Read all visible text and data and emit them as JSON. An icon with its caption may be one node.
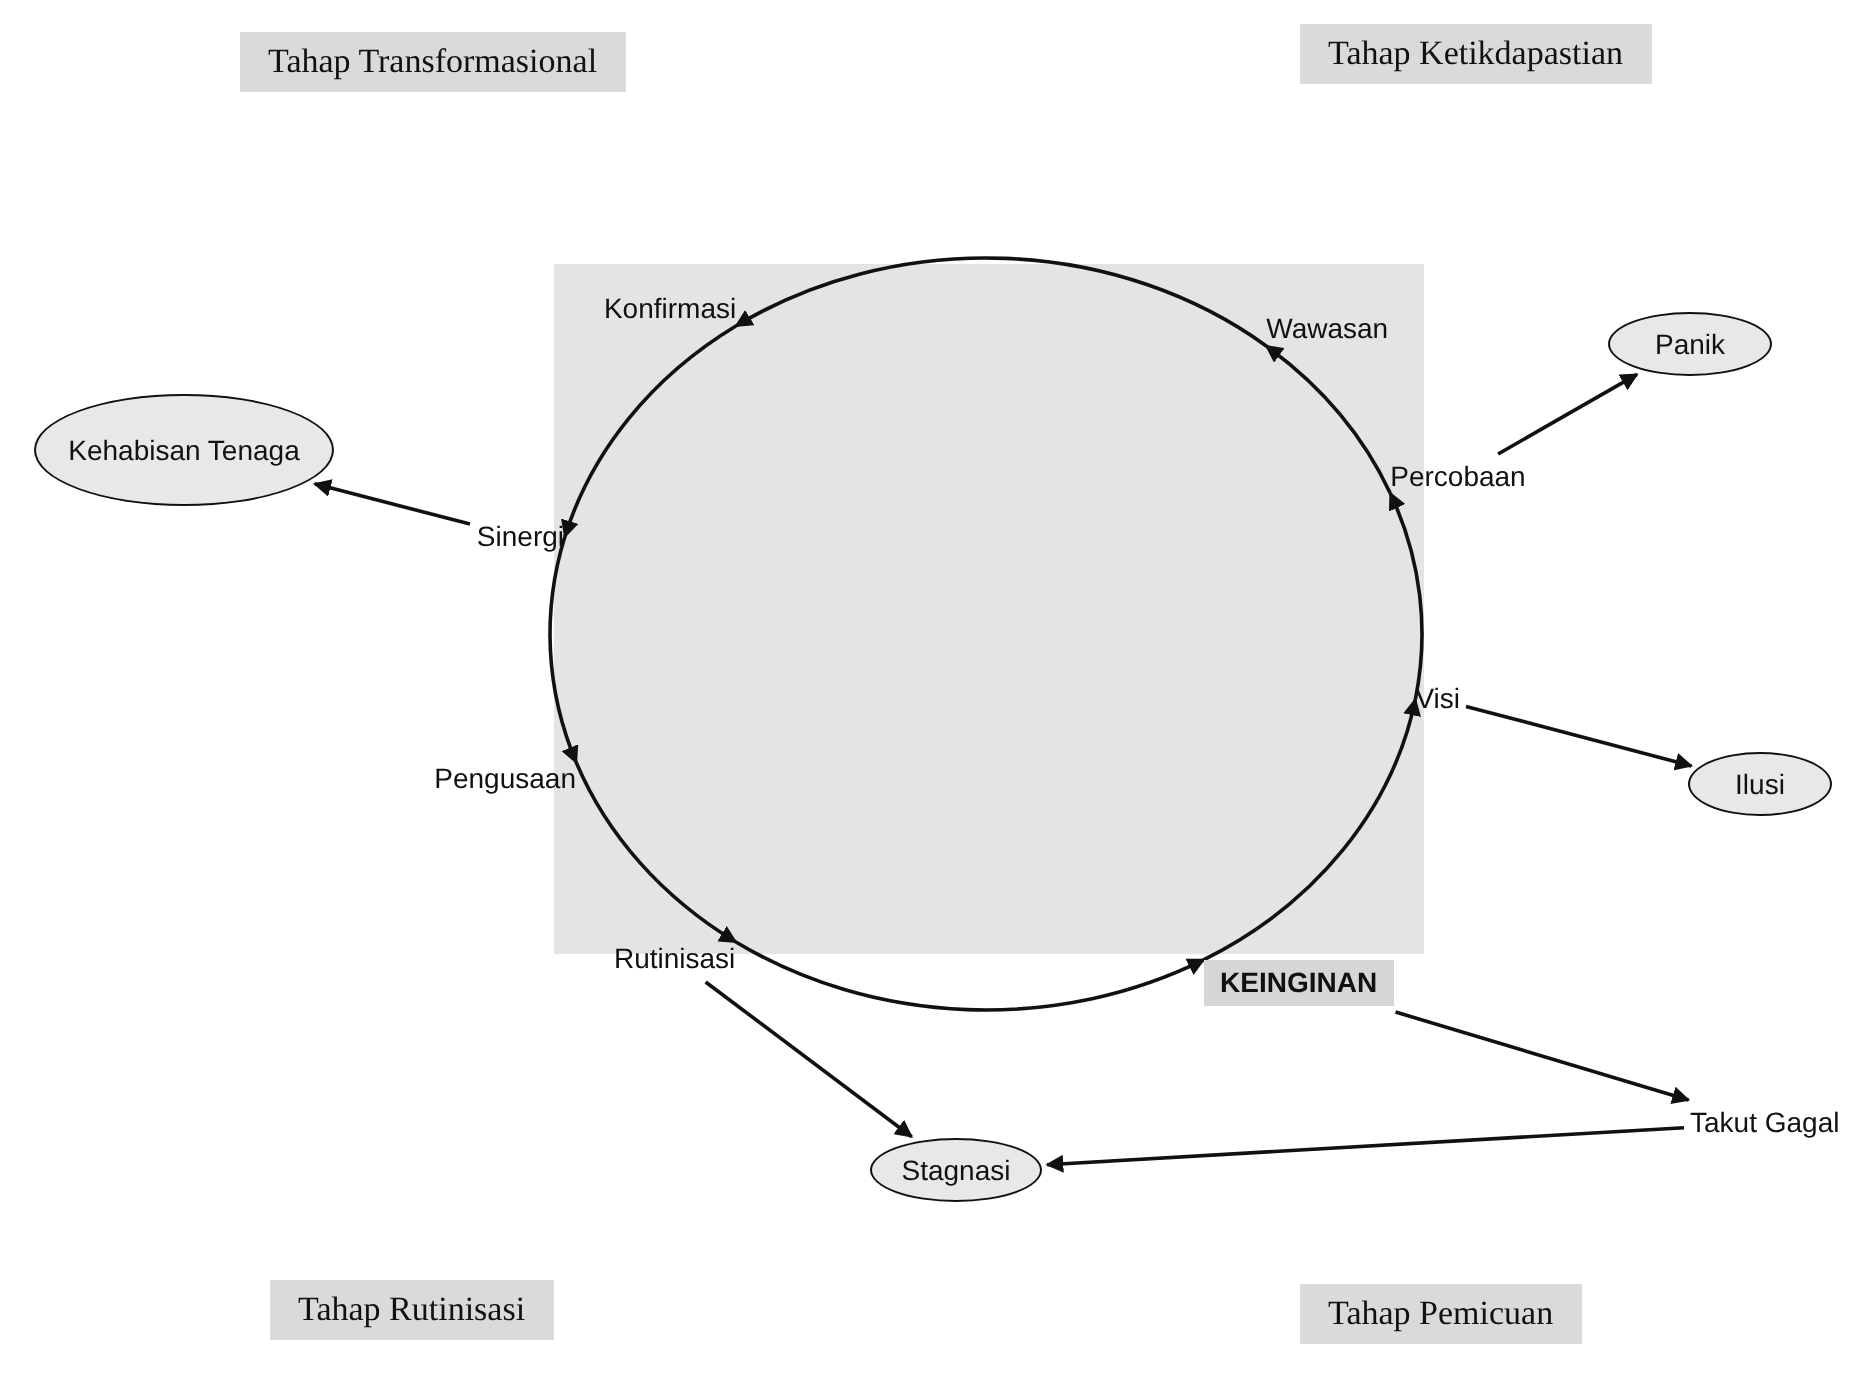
{
  "diagram": {
    "nodes": [
      {
        "text": [
          "Tahap Transformasional"
        ]
      },
      {
        "text": [
          "Tahap Ketikdapastian"
        ]
      },
      {
        "text": [
          "Konfirmasi"
        ]
      },
      {
        "text": [
          "Wawasan"
        ]
      },
      {
        "text": [
          "Kehabisan Tenaga"
        ]
      },
      {
        "text": [
          "Panik"
        ]
      },
      {
        "text": [
          "Sinergi"
        ]
      },
      {
        "text": [
          "Percobaan"
        ]
      },
      {
        "text": [
          "Visi"
        ]
      },
      {
        "text": [
          "Pengusaan"
        ]
      },
      {
        "text": [
          "Ilusi"
        ]
      },
      {
        "text": [
          "Rutinisasi"
        ]
      },
      {
        "text": [
          "KEINGINAN"
        ]
      },
      {
        "text": [
          "Takut Gagal"
        ]
      },
      {
        "text": [
          "Stagnasi"
        ]
      },
      {
        "text": [
          "Tahap Rutinisasi"
        ]
      },
      {
        "text": [
          "Tahap Pemicuan"
        ]
      }
    ],
    "edges": [
      {
        "from": 3,
        "to": 2,
        "arrow": "to"
      },
      {
        "from": 2,
        "to": 6,
        "arrow": "to"
      },
      {
        "from": 6,
        "to": 9,
        "arrow": "to"
      },
      {
        "from": 9,
        "to": 11,
        "arrow": "to"
      },
      {
        "from": 11,
        "to": 12,
        "arrow": "to"
      },
      {
        "from": 12,
        "to": 8,
        "arrow": "to"
      },
      {
        "from": 8,
        "to": 7,
        "arrow": "to"
      },
      {
        "from": 7,
        "to": 3,
        "arrow": "to"
      },
      {
        "from": 6,
        "to": 4,
        "arrow": "to"
      },
      {
        "from": 7,
        "to": 5,
        "arrow": "to"
      },
      {
        "from": 8,
        "to": 10,
        "arrow": "to"
      },
      {
        "from": 12,
        "to": 13,
        "arrow": "to"
      },
      {
        "from": 11,
        "to": 14,
        "arrow": "to"
      },
      {
        "from": 13,
        "to": 14,
        "arrow": "to"
      }
    ]
  }
}
